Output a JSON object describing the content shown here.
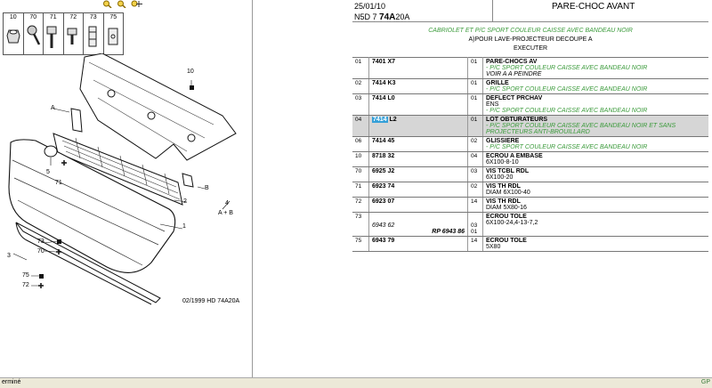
{
  "toolbar": {
    "icons": [
      "zoom-in-icon",
      "zoom-out-icon",
      "pan-icon"
    ]
  },
  "parts": [
    {
      "num": "10",
      "icon": "nut-icon"
    },
    {
      "num": "70",
      "icon": "screw-icon"
    },
    {
      "num": "71",
      "icon": "bolt-icon"
    },
    {
      "num": "72",
      "icon": "bolt-icon"
    },
    {
      "num": "73",
      "icon": "clip-icon"
    },
    {
      "num": "75",
      "icon": "clip-icon"
    }
  ],
  "diagram_labels": {
    "l10": "10",
    "lA": "A",
    "lB": "B",
    "l2": "2",
    "l1": "1",
    "l4": "4",
    "lAB": "A + B",
    "l5": "5",
    "l71": "71",
    "l73": "73",
    "l70": "70",
    "l3": "3",
    "l75": "75",
    "l72": "72",
    "footer": "02/1999   HD  74A20A"
  },
  "header": {
    "date": "25/01/10",
    "ref_prefix": "N5D  7",
    "ref_bold": "74A",
    "ref_suffix": "20A",
    "title": "PARE-CHOC AVANT"
  },
  "conditions": {
    "line1": "CABRIOLET ET P/C SPORT COULEUR CAISSE AVEC BANDEAU NOIR",
    "line2": "A)POUR LAVE-PROJECTEUR DECOUPE A",
    "line3": "EXECUTER"
  },
  "rows": [
    {
      "pos": "01",
      "ref": "7401 X7",
      "qty": "01",
      "title": "PARE-CHOCS AV",
      "green": "- P/C SPORT COULEUR CAISSE AVEC BANDEAU NOIR",
      "extra": "VOIR A A PEINDRE"
    },
    {
      "pos": "02",
      "ref": "7414 K3",
      "qty": "01",
      "title": "GRILLE",
      "green": "- P/C SPORT COULEUR CAISSE AVEC BANDEAU NOIR",
      "extra": ""
    },
    {
      "pos": "03",
      "ref": "7414 L0",
      "qty": "01",
      "title": "DEFLECT PRCHAV",
      "green": "- P/C SPORT COULEUR CAISSE AVEC BANDEAU NOIR",
      "extra": "ENS"
    },
    {
      "pos": "04",
      "ref_hl": "7414",
      "ref_rest": " L2",
      "qty": "01",
      "title": "LOT OBTURATEURS",
      "green": "- P/C SPORT COULEUR CAISSE AVEC BANDEAU NOIR ET SANS PROJECTEURS ANTI-BROUILLARD",
      "extra": ""
    },
    {
      "pos": "06",
      "ref": "7414 45",
      "qty": "02",
      "title": "GLISSIERE",
      "green": "- P/C SPORT COULEUR CAISSE AVEC BANDEAU NOIR",
      "extra": ""
    },
    {
      "pos": "10",
      "ref": "8718 32",
      "qty": "04",
      "title": "ECROU A EMBASE",
      "green": "",
      "extra": "6X100-8-10"
    },
    {
      "pos": "70",
      "ref": "6925 J2",
      "qty": "03",
      "title": "VIS TCBL RDL",
      "green": "",
      "extra": "6X100-20"
    },
    {
      "pos": "71",
      "ref": "6923 74",
      "qty": "02",
      "title": "VIS TH RDL",
      "green": "",
      "extra": "DIAM 6X100-40"
    },
    {
      "pos": "72",
      "ref": "6923 07",
      "qty": "14",
      "title": "VIS TH RDL",
      "green": "",
      "extra": "DIAM 5X80-16"
    },
    {
      "pos": "73",
      "ref": "",
      "sub": "6943 62",
      "rp": "RP 6943 86",
      "qty": "03",
      "qty2": "01",
      "title": "ECROU TOLE",
      "green": "",
      "extra": "6X100-24,4-13-7,2"
    },
    {
      "pos": "75",
      "ref": "6943 79",
      "qty": "14",
      "title": "ECROU TOLE",
      "green": "",
      "extra": "5X80"
    }
  ],
  "status": {
    "left": "erminé",
    "right": "GP"
  }
}
